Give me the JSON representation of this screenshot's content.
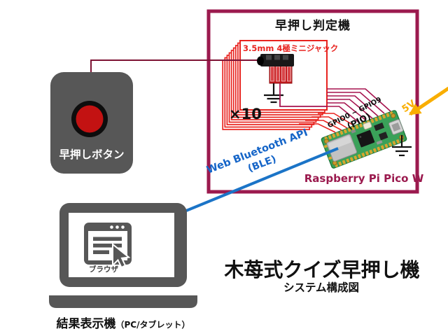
{
  "judge_unit": {
    "title": "早押し判定機",
    "jack": {
      "label": "3.5mm 4極ミニジャック",
      "count_label": "×10"
    },
    "gpio": {
      "range_label": "GPIO0 ~ GPIO9",
      "pio_label": "(PIO)"
    },
    "power_label": "5V",
    "board_label": "Raspberry Pi Pico W"
  },
  "buzzer": {
    "label": "早押しボタン"
  },
  "ble_link": {
    "line1": "Web Bluetooth API",
    "line2": "(BLE)"
  },
  "display_unit": {
    "browser_label": "ブラウザ",
    "name_label": "結果表示機",
    "type_label": "（PC/タブレット）"
  },
  "caption": {
    "title": "木苺式クイズ早押し機",
    "subtitle": "システム構成図"
  },
  "colors": {
    "frame": "#9B1A4E",
    "bright_red": "#E8231F",
    "wire_crimson": "#A5134E",
    "wire_dark": "#7D1233",
    "ble_blue": "#1B74C7",
    "power_amber": "#F9AE00",
    "device_gray": "#575757",
    "button_red": "#C31212",
    "pcb_green": "#3AA159"
  }
}
